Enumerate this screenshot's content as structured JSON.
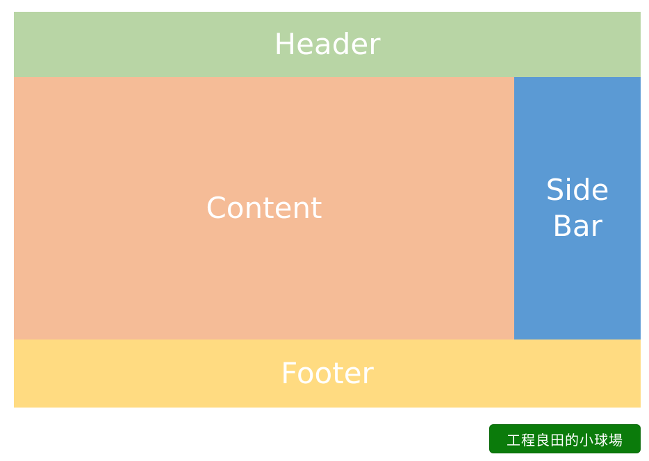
{
  "layout": {
    "header": {
      "label": "Header",
      "color": "#b8d5a5"
    },
    "content": {
      "label": "Content",
      "color": "#f5bc97"
    },
    "sidebar": {
      "line1": "Side",
      "line2": "Bar",
      "color": "#5b9ad4"
    },
    "footer": {
      "label": "Footer",
      "color": "#ffdb81"
    }
  },
  "watermark": {
    "text": "工程良田的小球場",
    "color": "#0b7b0b"
  }
}
